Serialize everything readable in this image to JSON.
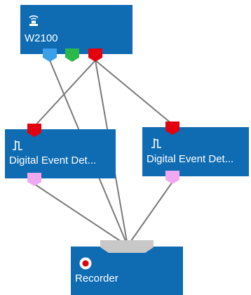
{
  "nodes": {
    "w2100": {
      "label": "W2100",
      "icon": "wireless-device-icon"
    },
    "ded1": {
      "label": "Digital Event Det...",
      "icon": "pulse-signal-icon"
    },
    "ded2": {
      "label": "Digital Event Det...",
      "icon": "pulse-signal-icon"
    },
    "recorder": {
      "label": "Recorder",
      "icon": "record-icon"
    }
  },
  "colors": {
    "node_bg": "#0f6cb3",
    "port_blue": "#3aa0e8",
    "port_green": "#2db84d",
    "port_red": "#e3000f",
    "port_pink": "#f0a8f0",
    "input_bar": "#c8c8c8",
    "wire": "#7a7a7a"
  }
}
